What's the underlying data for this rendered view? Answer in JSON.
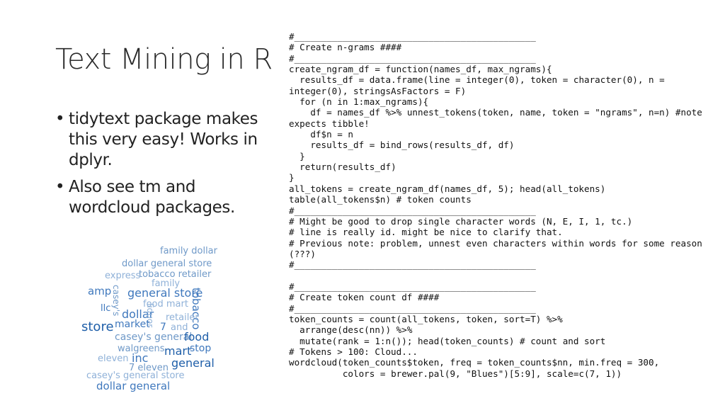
{
  "slide": {
    "title": "Text Mining in R",
    "bullets": [
      "tidytext package makes this very easy! Works in dplyr.",
      "Also see tm and wordcloud packages."
    ],
    "bullet_glyph": "•",
    "wordcloud_words": [
      {
        "text": "family dollar",
        "color": "#6f99c8"
      },
      {
        "text": "dollar general store",
        "color": "#6f99c8"
      },
      {
        "text": "express",
        "color": "#8fb1d8"
      },
      {
        "text": "tobacco retailer",
        "color": "#6f99c8"
      },
      {
        "text": "family",
        "color": "#8fb1d8"
      },
      {
        "text": "amp",
        "color": "#3f78bd"
      },
      {
        "text": "casey's",
        "color": "#6f99c8"
      },
      {
        "text": "general store",
        "color": "#3f78bd"
      },
      {
        "text": "tobacco",
        "color": "#3f78bd"
      },
      {
        "text": "food mart",
        "color": "#8fb1d8"
      },
      {
        "text": "llc",
        "color": "#3f78bd"
      },
      {
        "text": "dollar",
        "color": "#3f78bd"
      },
      {
        "text": "liquor",
        "color": "#8fb1d8"
      },
      {
        "text": "retailer",
        "color": "#8fb1d8"
      },
      {
        "text": "store",
        "color": "#1f5fa9"
      },
      {
        "text": "market",
        "color": "#3f78bd"
      },
      {
        "text": "7",
        "color": "#3f78bd"
      },
      {
        "text": "and",
        "color": "#8fb1d8"
      },
      {
        "text": "casey's general",
        "color": "#6f99c8"
      },
      {
        "text": "food",
        "color": "#1f5fa9"
      },
      {
        "text": "walgreens",
        "color": "#6f99c8"
      },
      {
        "text": "mart",
        "color": "#1f5fa9"
      },
      {
        "text": "stop",
        "color": "#3f78bd"
      },
      {
        "text": "eleven",
        "color": "#8fb1d8"
      },
      {
        "text": "inc",
        "color": "#3f78bd"
      },
      {
        "text": "7 eleven",
        "color": "#6f99c8"
      },
      {
        "text": "general",
        "color": "#1f5fa9"
      },
      {
        "text": "casey's general store",
        "color": "#8fb1d8"
      },
      {
        "text": "dollar general",
        "color": "#3f78bd"
      }
    ],
    "code_lines": [
      "#_____________________________________________",
      "# Create n-grams ####",
      "#_____________________________________________",
      "create_ngram_df = function(names_df, max_ngrams){",
      "  results_df = data.frame(line = integer(0), token = character(0), n = integer(0), stringsAsFactors = F)",
      "  for (n in 1:max_ngrams){",
      "    df = names_df %>% unnest_tokens(token, name, token = \"ngrams\", n=n) #note expects tibble!",
      "    df$n = n",
      "    results_df = bind_rows(results_df, df)",
      "  }",
      "  return(results_df)",
      "}",
      "all_tokens = create_ngram_df(names_df, 5); head(all_tokens)",
      "table(all_tokens$n) # token counts",
      "#_____________________________________________",
      "# Might be good to drop single character words (N, E, I, 1, tc.)",
      "# line is really id. might be nice to clarify that.",
      "# Previous note: problem, unnest even characters within words for some reason (???)",
      "#_____________________________________________",
      "",
      "#_____________________________________________",
      "# Create token count df ####",
      "#_____________________________________________",
      "token_counts = count(all_tokens, token, sort=T) %>%",
      "  arrange(desc(nn)) %>%",
      "  mutate(rank = 1:n()); head(token_counts) # count and sort",
      "# Tokens > 100: Cloud...",
      "wordcloud(token_counts$token, freq = token_counts$nn, min.freq = 300,",
      "          colors = brewer.pal(9, \"Blues\")[5:9], scale=c(7, 1))"
    ]
  }
}
